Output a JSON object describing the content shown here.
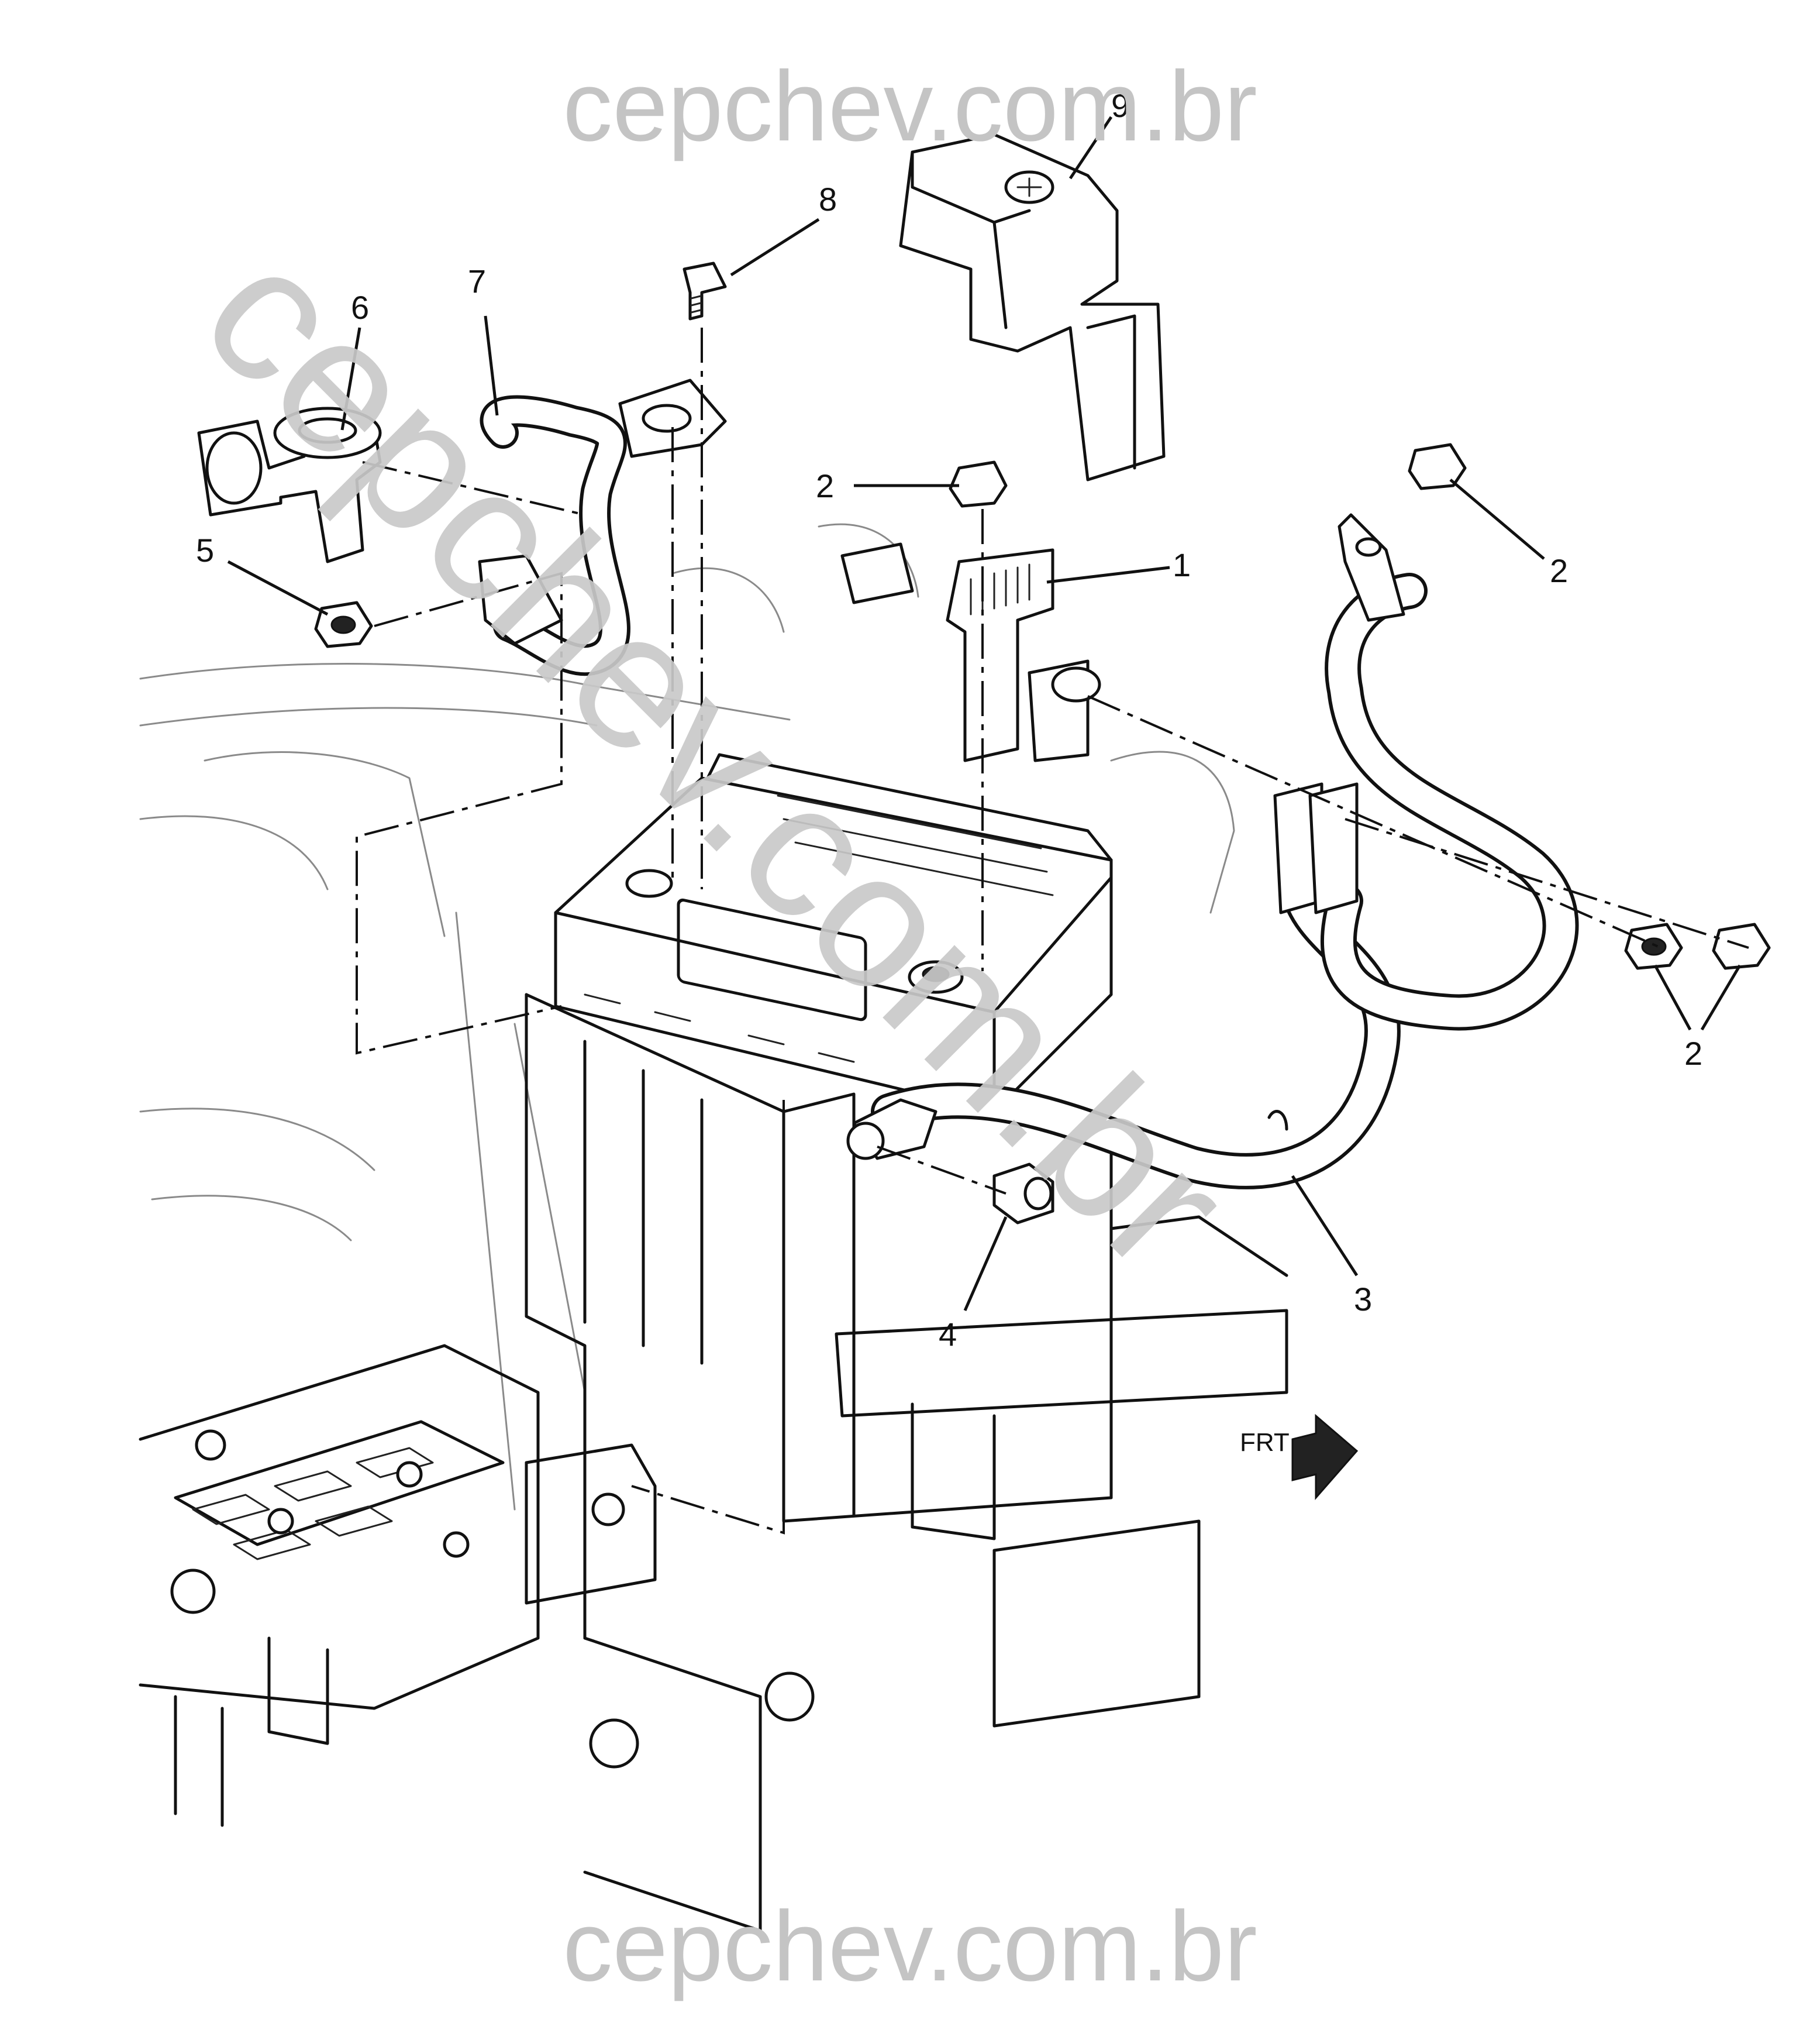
{
  "watermark": {
    "top": "cepchev.com.br",
    "bottom": "cepchev.com.br",
    "diagonal": "cepchev.com.br"
  },
  "direction_marker": {
    "label": "FRT",
    "icon": "front-arrow-icon"
  },
  "callouts": {
    "c1": "1",
    "c2a": "2",
    "c2b": "2",
    "c2c": "2",
    "c3": "3",
    "c4": "4",
    "c5": "5",
    "c6": "6",
    "c7": "7",
    "c8": "8",
    "c9": "9"
  },
  "colors": {
    "line": "#111111",
    "background": "#ffffff",
    "watermark": "#c4c4c4"
  }
}
